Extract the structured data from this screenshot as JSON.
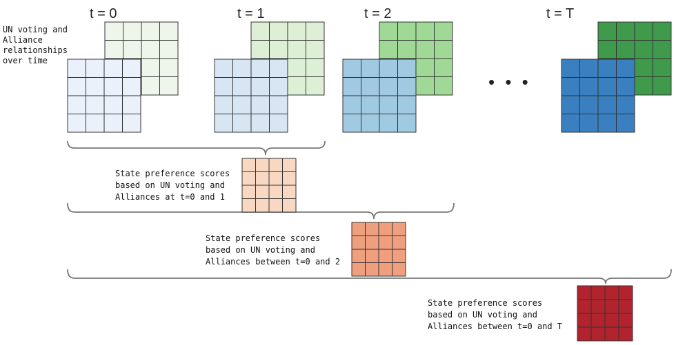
{
  "side_caption": [
    "UN voting and",
    "Alliance",
    "relationships",
    "over time"
  ],
  "time_labels": [
    "t = 0",
    "t = 1",
    "t = 2",
    "t = T"
  ],
  "ellipsis": "• • •",
  "score_captions": [
    [
      "State preference scores",
      "based on UN voting and",
      "Alliances at t=0 and 1"
    ],
    [
      "State preference scores",
      "based on UN voting and",
      "Alliances between t=0 and 2"
    ],
    [
      "State preference scores",
      "based on UN voting and",
      "Alliances between t=0 and T"
    ]
  ],
  "colors": {
    "green_levels": [
      "#eef6ec",
      "#ddf0d6",
      "#a0d896",
      "#3f9a4b"
    ],
    "blue_levels": [
      "#eaf1fb",
      "#d8e6f4",
      "#a0cae2",
      "#3a7fbf"
    ],
    "score_levels": [
      "#f8d8c2",
      "#ef9f7e",
      "#b2232e"
    ],
    "grid_line": "#333333",
    "bracket": "#777777"
  }
}
